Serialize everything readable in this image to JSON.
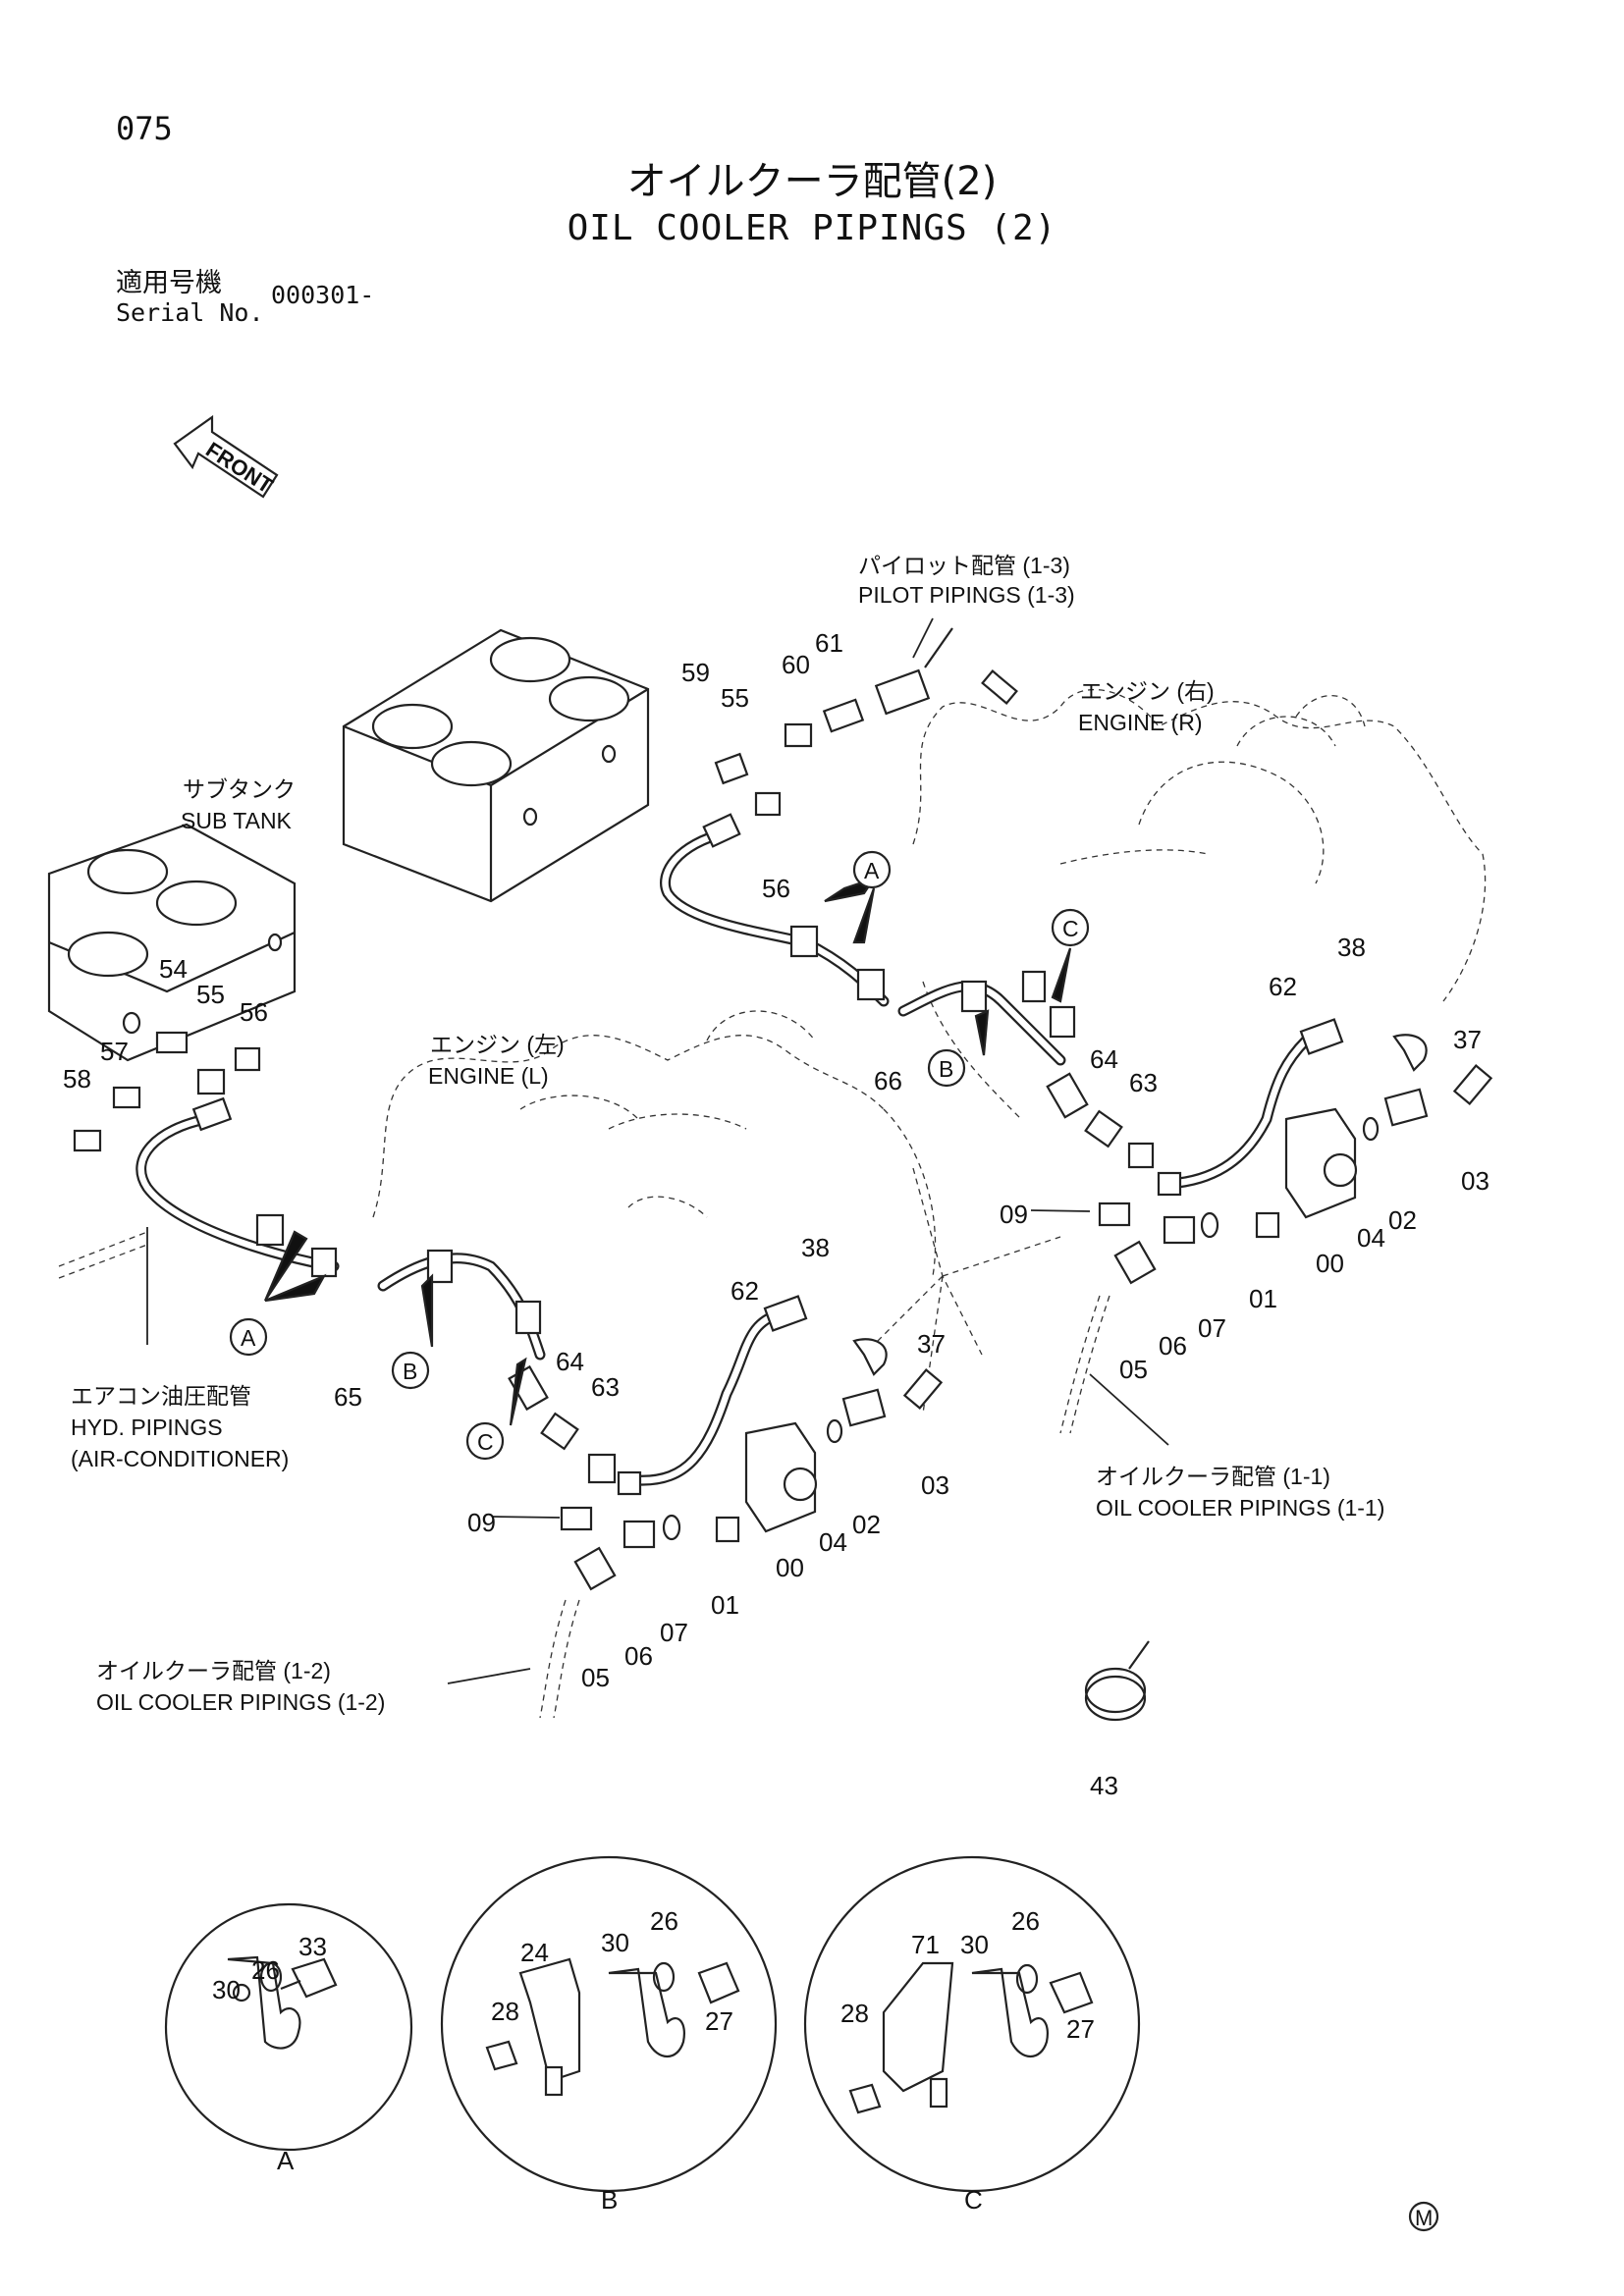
{
  "header": {
    "page_number": "075",
    "title_jp": "オイルクーラ配管(2)",
    "title_en": "OIL COOLER PIPINGS (2)",
    "serial_label_jp": "適用号機",
    "serial_label_en": "Serial No.",
    "serial_value": "000301-"
  },
  "front_indicator": "FRONT",
  "labels": {
    "pilot_jp": "パイロット配管 (1-3)",
    "pilot_en": "PILOT PIPINGS (1-3)",
    "engine_r_jp": "エンジン (右)",
    "engine_r_en": "ENGINE (R)",
    "sub_tank_jp": "サブタンク",
    "sub_tank_en": "SUB TANK",
    "engine_l_jp": "エンジン (左)",
    "engine_l_en": "ENGINE (L)",
    "hyd_jp": "エアコン油圧配管",
    "hyd_en_1": "HYD. PIPINGS",
    "hyd_en_2": "(AIR-CONDITIONER)",
    "oc11_jp": "オイルクーラ配管 (1-1)",
    "oc11_en": "OIL COOLER PIPINGS (1-1)",
    "oc12_jp": "オイルクーラ配管 (1-2)",
    "oc12_en": "OIL COOLER PIPINGS (1-2)"
  },
  "callouts": {
    "A": "A",
    "B": "B",
    "C": "C"
  },
  "parts": {
    "p59": "59",
    "p55a": "55",
    "p60": "60",
    "p61": "61",
    "p56a": "56",
    "p66": "66",
    "p62a": "62",
    "p38a": "38",
    "p37a": "37",
    "p64a": "64",
    "p63a": "63",
    "p03a": "03",
    "p02a": "02",
    "p04a": "04",
    "p00a": "00",
    "p09a": "09",
    "p01a": "01",
    "p05a": "05",
    "p06a": "06",
    "p07a": "07",
    "p54": "54",
    "p55b": "55",
    "p56b": "56",
    "p57": "57",
    "p58": "58",
    "p65": "65",
    "p38b": "38",
    "p62b": "62",
    "p37b": "37",
    "p64b": "64",
    "p63b": "63",
    "p03b": "03",
    "p02b": "02",
    "p04b": "04",
    "p00b": "00",
    "p09b": "09",
    "p01b": "01",
    "p05b": "05",
    "p06b": "06",
    "p07b": "07",
    "p43": "43"
  },
  "details": {
    "A": {
      "label": "A",
      "p30": "30",
      "p26": "26",
      "p33": "33"
    },
    "B": {
      "label": "B",
      "p24": "24",
      "p28": "28",
      "p30": "30",
      "p26": "26",
      "p27": "27"
    },
    "C": {
      "label": "C",
      "p71": "71",
      "p28": "28",
      "p30": "30",
      "p26": "26",
      "p27": "27"
    }
  },
  "footer_mark": "M"
}
